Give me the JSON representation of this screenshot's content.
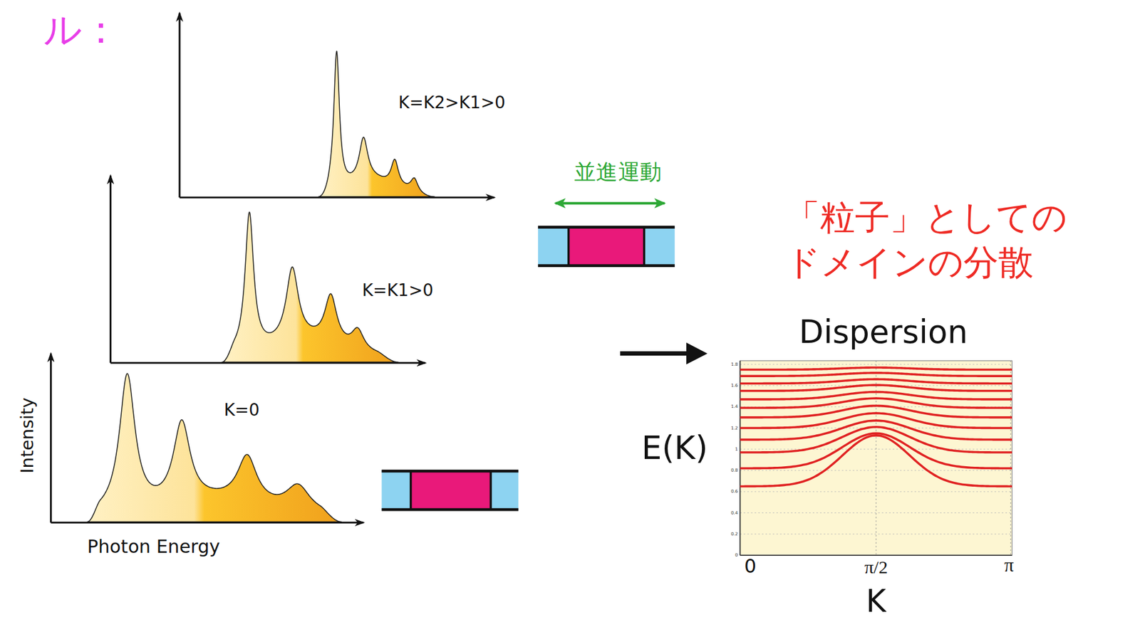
{
  "diagram": {
    "labels": [
      "ル：",
      "K=K2>K1>0",
      "K=K1>0",
      "K=0",
      "Intensity",
      "Photon Energy",
      "並進運動",
      "「粒子」としての ドメインの分散",
      "Dispersion",
      "E(K)",
      "1.8",
      "1.6",
      "1.4",
      "1.2",
      "1",
      "0.8",
      "0.6",
      "0.4",
      "0.2",
      "0",
      "0",
      "π/2",
      "π",
      "K"
    ]
  }
}
